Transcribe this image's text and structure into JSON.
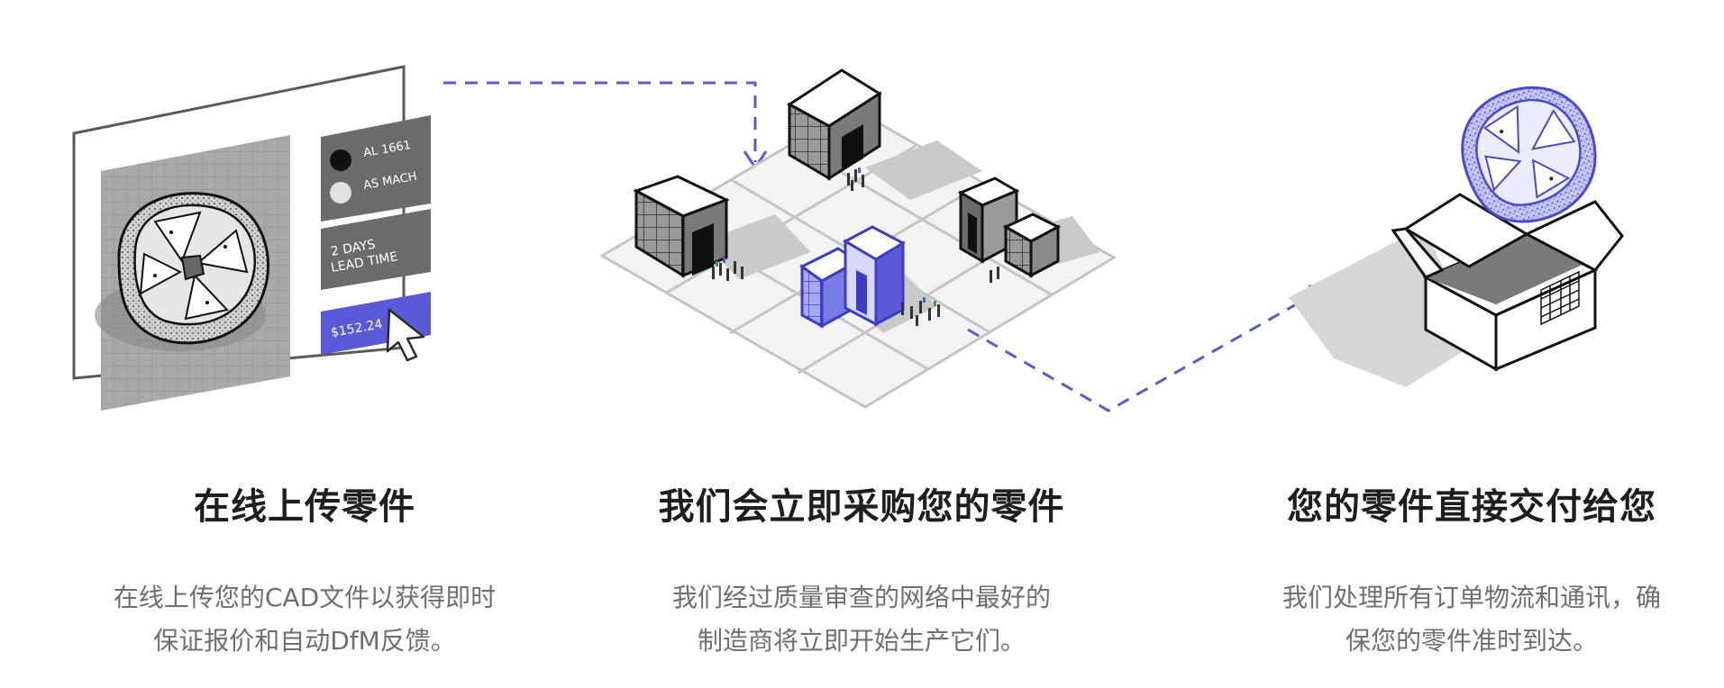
{
  "steps": [
    {
      "title": "在线上传零件",
      "description_line1": "在线上传您的CAD文件以获得即时",
      "description_line2": "保证报价和自动DfM反馈。"
    },
    {
      "title": "我们会立即采购您的零件",
      "description_line1": "我们经过质量审查的网络中最好的",
      "description_line2": "制造商将立即开始生产它们。"
    },
    {
      "title": "您的零件直接交付给您",
      "description_line1": "我们处理所有订单物流和通讯，确",
      "description_line2": "保您的零件准时到达。"
    }
  ],
  "upload_panel": {
    "material_1": "AL 1661",
    "material_2": "AS MACH",
    "lead_time_line1": "2 DAYS",
    "lead_time_line2": "LEAD TIME",
    "price": "$152.24"
  },
  "colors": {
    "accent": "#5a5ad8",
    "dark_panel": "#6b6b6b",
    "heading": "#1e1e1e",
    "body_text": "#6f6f6f"
  },
  "icons": [
    "cursor-icon",
    "cad-part-illustration",
    "factory-network-illustration",
    "delivery-box-illustration"
  ]
}
